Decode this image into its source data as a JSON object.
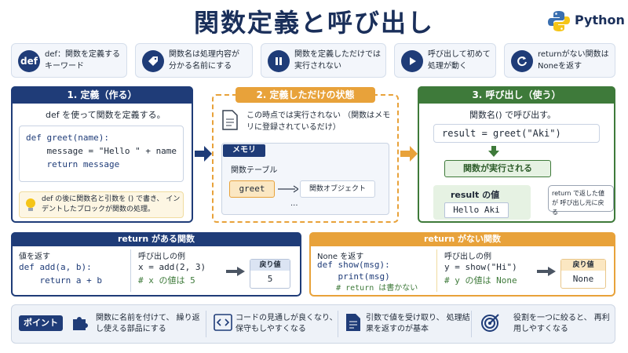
{
  "title": "関数定義と呼び出し",
  "logo_text": "Python",
  "features": [
    {
      "icon": "def",
      "text": "def：関数を定義する キーワード",
      "bold": "def"
    },
    {
      "icon": "tag-icon",
      "text": "関数名は処理内容が 分かる名前にする"
    },
    {
      "icon": "pause-icon",
      "text": "関数を定義しただけでは 実行されない"
    },
    {
      "icon": "play-icon",
      "text": "呼び出して初めて 処理が動く"
    },
    {
      "icon": "refresh-icon",
      "text": "returnがない関数は Noneを返す"
    }
  ],
  "section1": {
    "header": "1. 定義（作る）",
    "caption": "def を使って関数を定義する。",
    "code": [
      "def greet(name):",
      "    message = \"Hello \" + name",
      "    return message"
    ],
    "tip": "def の後に関数名と引数を () で書き、 インデントしたブロックが関数の処理。"
  },
  "section2": {
    "header": "2. 定義しただけの状態",
    "note": "この時点では実行されない （関数はメモリに登録されているだけ）",
    "memory_label": "メモリ",
    "table_label": "関数テーブル",
    "fn_name": "greet",
    "object_label": "関数オブジェクト",
    "ellipsis": "..."
  },
  "section3": {
    "header": "3. 呼び出し（使う）",
    "caption": "関数名() で呼び出す。",
    "code": "result = greet(\"Aki\")",
    "executed": "関数が実行される",
    "result_label": "result の値",
    "result_value": "Hello Aki",
    "bubble": "return で返した値が 呼び出し元に戻る"
  },
  "bottom_left": {
    "header": "return がある関数",
    "sub1": "値を返す",
    "code1": [
      "def add(a, b):",
      "    return a + b"
    ],
    "sub2": "呼び出しの例",
    "code2": [
      "x = add(2, 3)",
      "# x の値は 5"
    ],
    "ret_label": "戻り値",
    "ret_value": "5"
  },
  "bottom_right": {
    "header": "return がない関数",
    "sub1": "None を返す",
    "code1": [
      "def show(msg):",
      "    print(msg)",
      "    # return は書かない"
    ],
    "sub2": "呼び出しの例",
    "code2": [
      "y = show(\"Hi\")",
      "# y の値は None"
    ],
    "ret_label": "戻り値",
    "ret_value": "None"
  },
  "point": {
    "badge": "ポイント",
    "items": [
      "関数に名前を付けて、 繰り返し使える部品にする",
      "コードの見通しが良くなり、 保守もしやすくなる",
      "引数で値を受け取り、 処理結果を返すのが基本",
      "役割を一つに絞ると、 再利用しやすくなる"
    ]
  },
  "colors": {
    "navy": "#1f3c78",
    "orange": "#e8a23a",
    "green": "#3e7a3a"
  }
}
